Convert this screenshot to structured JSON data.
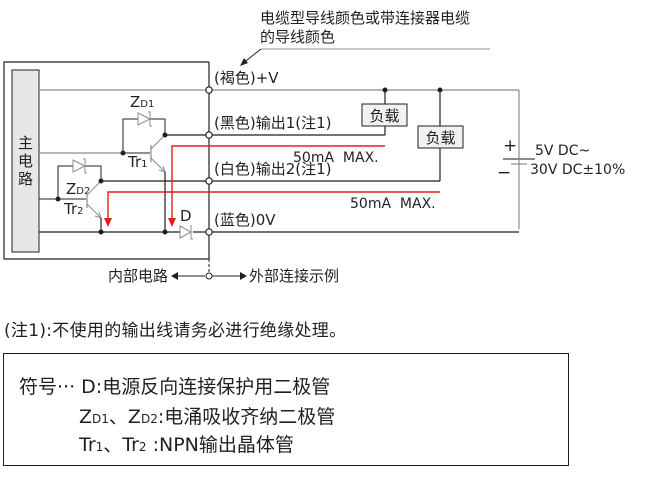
{
  "header": {
    "cable_label_line1": "电缆型导线颜色或带连接器电缆",
    "cable_label_line2": "的导线颜色"
  },
  "sensor": {
    "main_circuit_label": [
      "主",
      "电",
      "路"
    ],
    "internal_circuit_label": "内部电路",
    "external_connection_label": "外部连接示例"
  },
  "terminals": [
    {
      "id": "plus-v",
      "label": "(褐色)+V"
    },
    {
      "id": "output-1",
      "label": "(黑色)输出1(注1)"
    },
    {
      "id": "output-2",
      "label": "(白色)输出2(注1)"
    },
    {
      "id": "zero-v",
      "label": "(蓝色)0V"
    }
  ],
  "components": {
    "zd1": {
      "main": "Z",
      "sub": "D1"
    },
    "zd2": {
      "main": "Z",
      "sub": "D2"
    },
    "tr1": {
      "main": "Tr",
      "sub": "1"
    },
    "tr2": {
      "main": "Tr",
      "sub": "2"
    },
    "d": "D"
  },
  "loads": [
    "负载",
    "负载"
  ],
  "currents": [
    "50mA  MAX.",
    "50mA  MAX."
  ],
  "power_supply": {
    "plus": "+",
    "minus": "−",
    "line1": "5V DC~",
    "line2": "30V DC±10%"
  },
  "note": "(注1):不使用的输出线请务必进行绝缘处理。",
  "legend": {
    "prefix": "符号···",
    "d_label": "D:电源反向连接保护用二极管",
    "zd_a_main": "Z",
    "zd_a_sub": "D1",
    "zd_sep": "、",
    "zd_b_main": "Z",
    "zd_b_sub": "D2",
    "zd_desc": ":电涌吸收齐纳二极管",
    "tr_a_main": "Tr",
    "tr_a_sub": "1",
    "tr_sep": "、",
    "tr_b_main": "Tr",
    "tr_b_sub": "2",
    "tr_desc": " :NPN输出晶体管"
  },
  "colors": {
    "line": "#231f20",
    "gray_line": "#8c8c8c",
    "current_arrow": "#e0201b",
    "main_block_fill": "#e6e7e8",
    "load_fill": "#f1f2f2"
  }
}
